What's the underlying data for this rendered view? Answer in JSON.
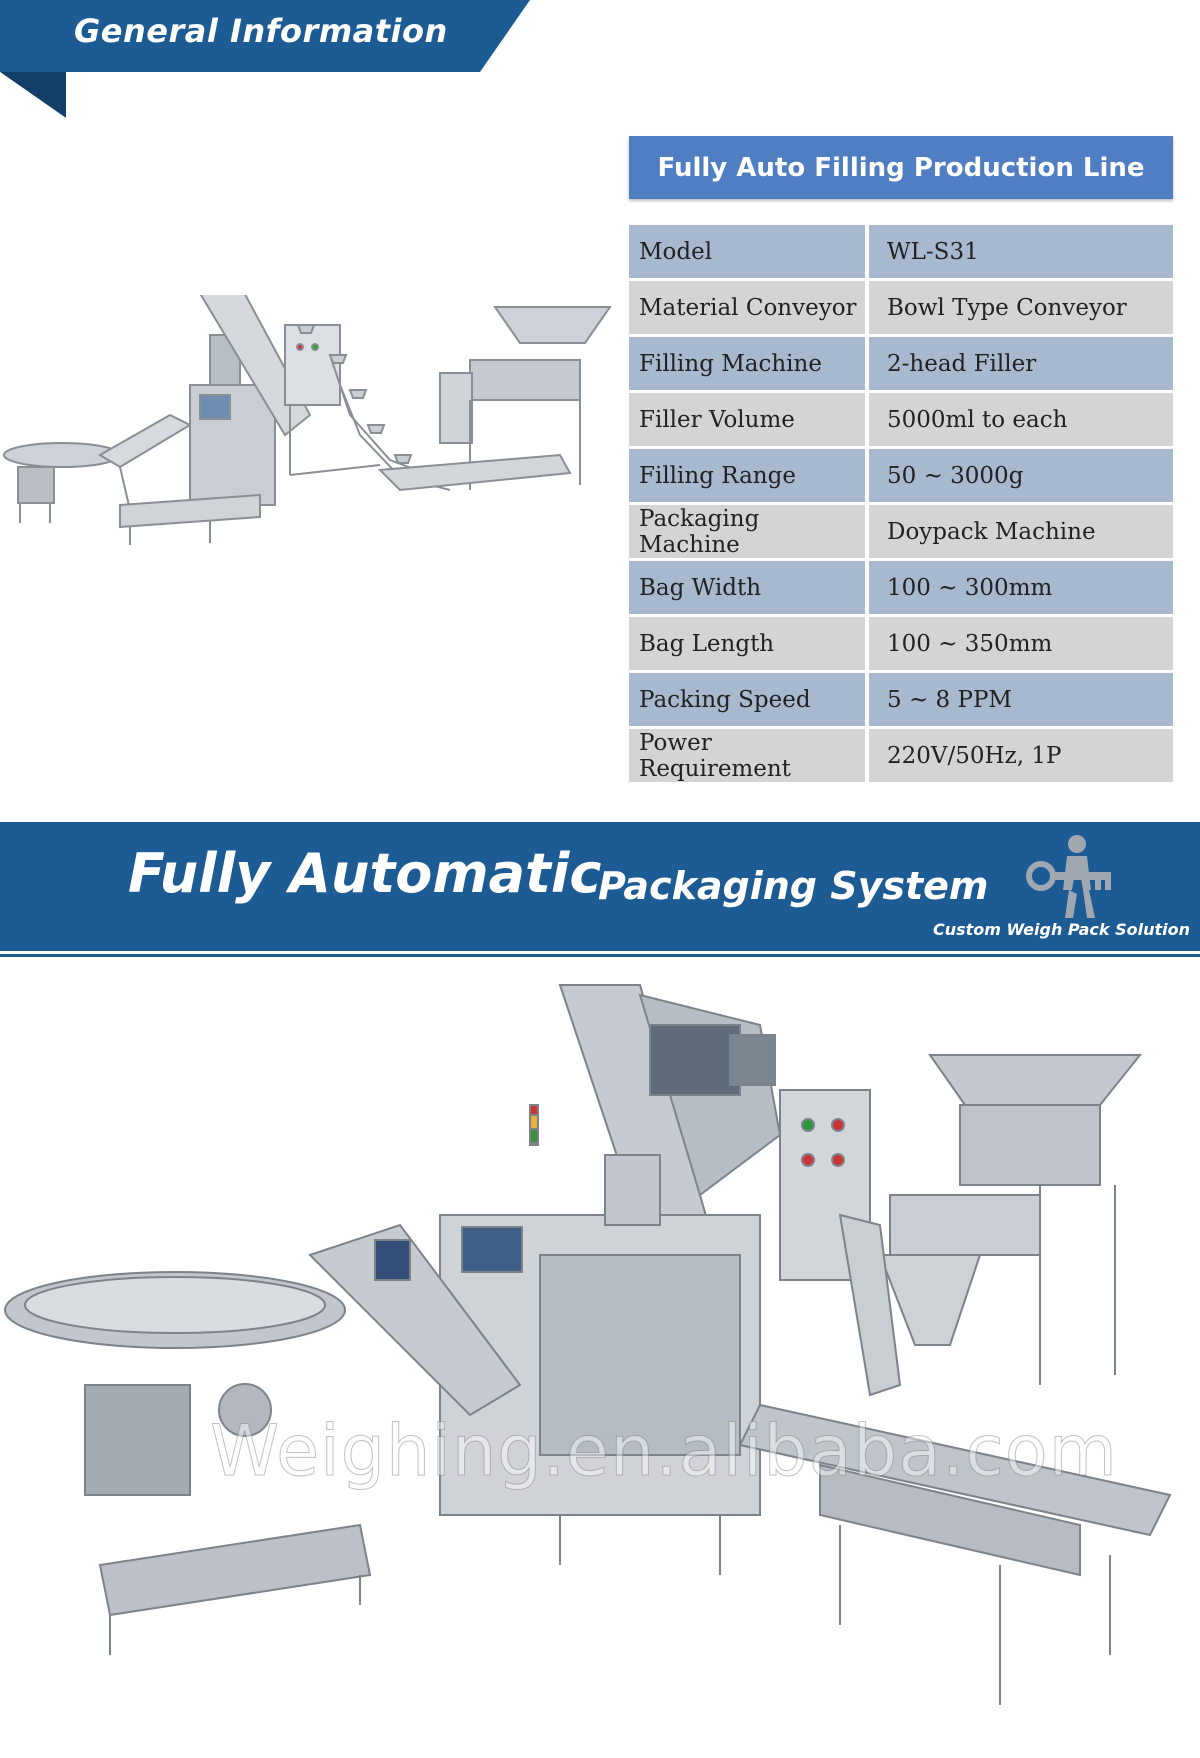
{
  "header": {
    "title": "General Information"
  },
  "spec": {
    "title": "Fully Auto Filling Production Line",
    "rows": [
      {
        "label": "Model",
        "value": "WL-S31"
      },
      {
        "label": "Material Conveyor",
        "value": "Bowl Type Conveyor"
      },
      {
        "label": "Filling Machine",
        "value": "2-head Filler"
      },
      {
        "label": "Filler Volume",
        "value": "5000ml to each"
      },
      {
        "label": "Filling Range",
        "value": "50 ~ 3000g"
      },
      {
        "label": "Packaging Machine",
        "value": "Doypack Machine"
      },
      {
        "label": "Bag Width",
        "value": "100 ~ 300mm"
      },
      {
        "label": "Bag Length",
        "value": "100 ~ 350mm"
      },
      {
        "label": "Packing Speed",
        "value": "5 ~ 8 PPM"
      },
      {
        "label": "Power Requirement",
        "value": "220V/50Hz, 1P"
      }
    ]
  },
  "banner": {
    "main": "Fully Automatic",
    "sub": "Packaging System",
    "tagline": "Custom Weigh Pack Solution"
  },
  "watermark": "Weighing.en.alibaba.com",
  "colors": {
    "header_blue": "#1d5b94",
    "spec_header_blue": "#4f7fc2",
    "row_blue": "#a7b8cf",
    "row_gray": "#d4d4d4"
  }
}
